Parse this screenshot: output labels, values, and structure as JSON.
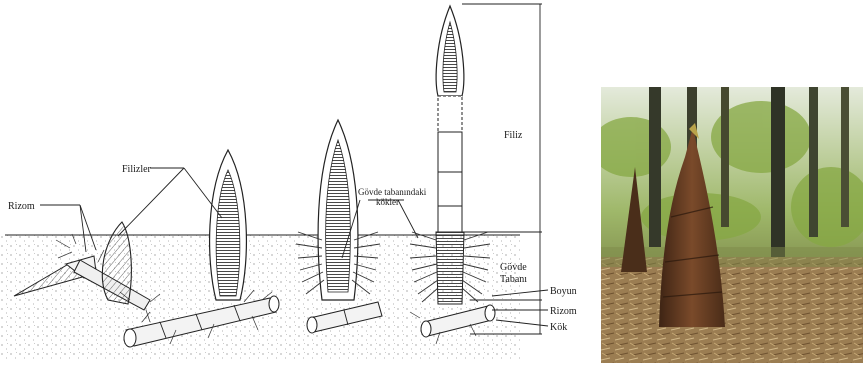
{
  "diagram": {
    "labels": {
      "filizler": "Filizler",
      "rizom_left": "Rizom",
      "govde_kokler_line1": "Gövde tabanındaki",
      "govde_kokler_line2": "kökler",
      "filiz": "Filiz",
      "govde_tabani_line1": "Gövde",
      "govde_tabani_line2": "Tabanı",
      "boyun": "Boyun",
      "rizom_right": "Rizom",
      "kok": "Kök"
    },
    "stages": [
      "shoot-emerging",
      "shoot-young",
      "shoot-mature",
      "shoot-elongated"
    ]
  },
  "photo": {
    "subject": "bamboo-shoot-photo",
    "colors": {
      "sky": "#dfe6d2",
      "foliage": "#7a9a3e",
      "ground": "#a88a5c",
      "shoot": "#6b3f22",
      "trunk": "#3b3a2c"
    }
  }
}
